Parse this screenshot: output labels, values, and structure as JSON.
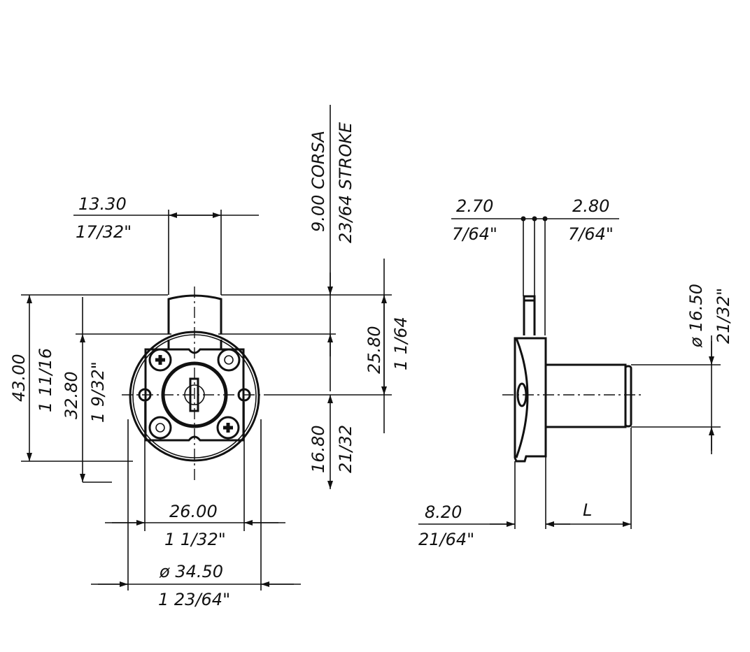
{
  "drawing": {
    "line_color": "#111111",
    "background": "#ffffff",
    "front_view": {
      "width_top": {
        "metric": "13.30",
        "imperial": "17/32\""
      },
      "height_total": {
        "metric": "43.00",
        "imperial": "1 11/16"
      },
      "height_body": {
        "metric": "32.80",
        "imperial": "1 9/32\""
      },
      "stroke": {
        "metric": "9.00 CORSA",
        "imperial": "23/64 STROKE"
      },
      "upper_offset": {
        "metric": "25.80",
        "imperial": "1 1/64"
      },
      "lower_offset": {
        "metric": "16.80",
        "imperial": "21/32"
      },
      "hole_spacing": {
        "metric": "26.00",
        "imperial": "1 1/32\""
      },
      "diameter": {
        "metric": "ø 34.50",
        "imperial": "1 23/64\""
      }
    },
    "side_view": {
      "bolt_left": {
        "metric": "2.70",
        "imperial": "7/64\""
      },
      "bolt_right": {
        "metric": "2.80",
        "imperial": "7/64\""
      },
      "cylinder_diameter": {
        "metric": "ø 16.50",
        "imperial": "21/32\""
      },
      "flange_depth": {
        "metric": "8.20",
        "imperial": "21/64\""
      },
      "length": "L"
    }
  }
}
